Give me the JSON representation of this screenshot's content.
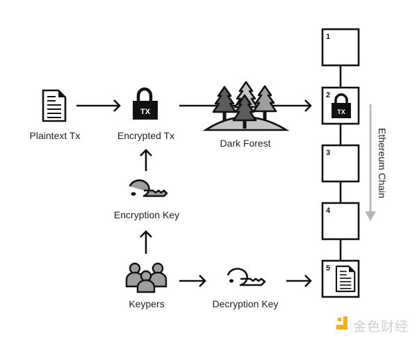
{
  "nodes": {
    "plaintext_tx": {
      "label": "Plaintext Tx",
      "icon": "document-icon"
    },
    "encrypted_tx": {
      "label": "Encrypted Tx",
      "icon": "padlock-icon",
      "badge": "TX"
    },
    "dark_forest": {
      "label": "Dark Forest",
      "icon": "forest-icon"
    },
    "encryption_key": {
      "label": "Encryption Key",
      "icon": "key-filled-icon"
    },
    "keypers": {
      "label": "Keypers",
      "icon": "people-group-icon"
    },
    "decryption_key": {
      "label": "Decryption Key",
      "icon": "key-outline-icon"
    }
  },
  "chain": {
    "label": "Ethereum Chain",
    "blocks": [
      {
        "number": "1",
        "content": ""
      },
      {
        "number": "2",
        "content": "padlock",
        "badge": "TX"
      },
      {
        "number": "3",
        "content": ""
      },
      {
        "number": "4",
        "content": ""
      },
      {
        "number": "5",
        "content": "document"
      }
    ]
  },
  "colors": {
    "stroke": "#111111",
    "gray_fill": "#9e9e9e",
    "light_gray": "#c4c4c4",
    "dark_gray": "#5c5c5c",
    "arrow_gray": "#b8b8b8",
    "watermark_orange": "#f2b01e"
  },
  "watermark": {
    "text": "金色财经"
  }
}
